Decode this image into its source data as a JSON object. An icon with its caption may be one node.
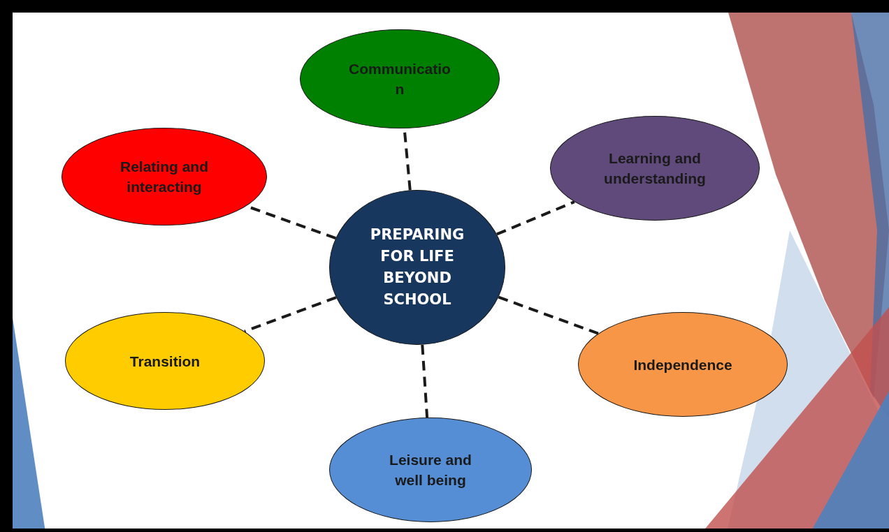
{
  "diagram": {
    "nodes": [
      {
        "text": [
          "Communicatio n"
        ]
      },
      {
        "text": [
          "Relating and interacting"
        ]
      },
      {
        "text": [
          "Learning and understanding"
        ]
      },
      {
        "text": [
          "PREPARING FOR LIFE BEYOND SCHOOL"
        ]
      },
      {
        "text": [
          "Transition"
        ]
      },
      {
        "text": [
          "Independence"
        ]
      },
      {
        "text": [
          "Leisure and well being"
        ]
      }
    ],
    "edges": [
      {
        "from": 3,
        "to": 0,
        "arrow": "none",
        "style": "dashed"
      },
      {
        "from": 3,
        "to": 1,
        "arrow": "none",
        "style": "dashed"
      },
      {
        "from": 3,
        "to": 2,
        "arrow": "none",
        "style": "dashed"
      },
      {
        "from": 3,
        "to": 4,
        "arrow": "none",
        "style": "dashed"
      },
      {
        "from": 3,
        "to": 5,
        "arrow": "none",
        "style": "dashed"
      },
      {
        "from": 3,
        "to": 6,
        "arrow": "none",
        "style": "dashed"
      }
    ]
  }
}
